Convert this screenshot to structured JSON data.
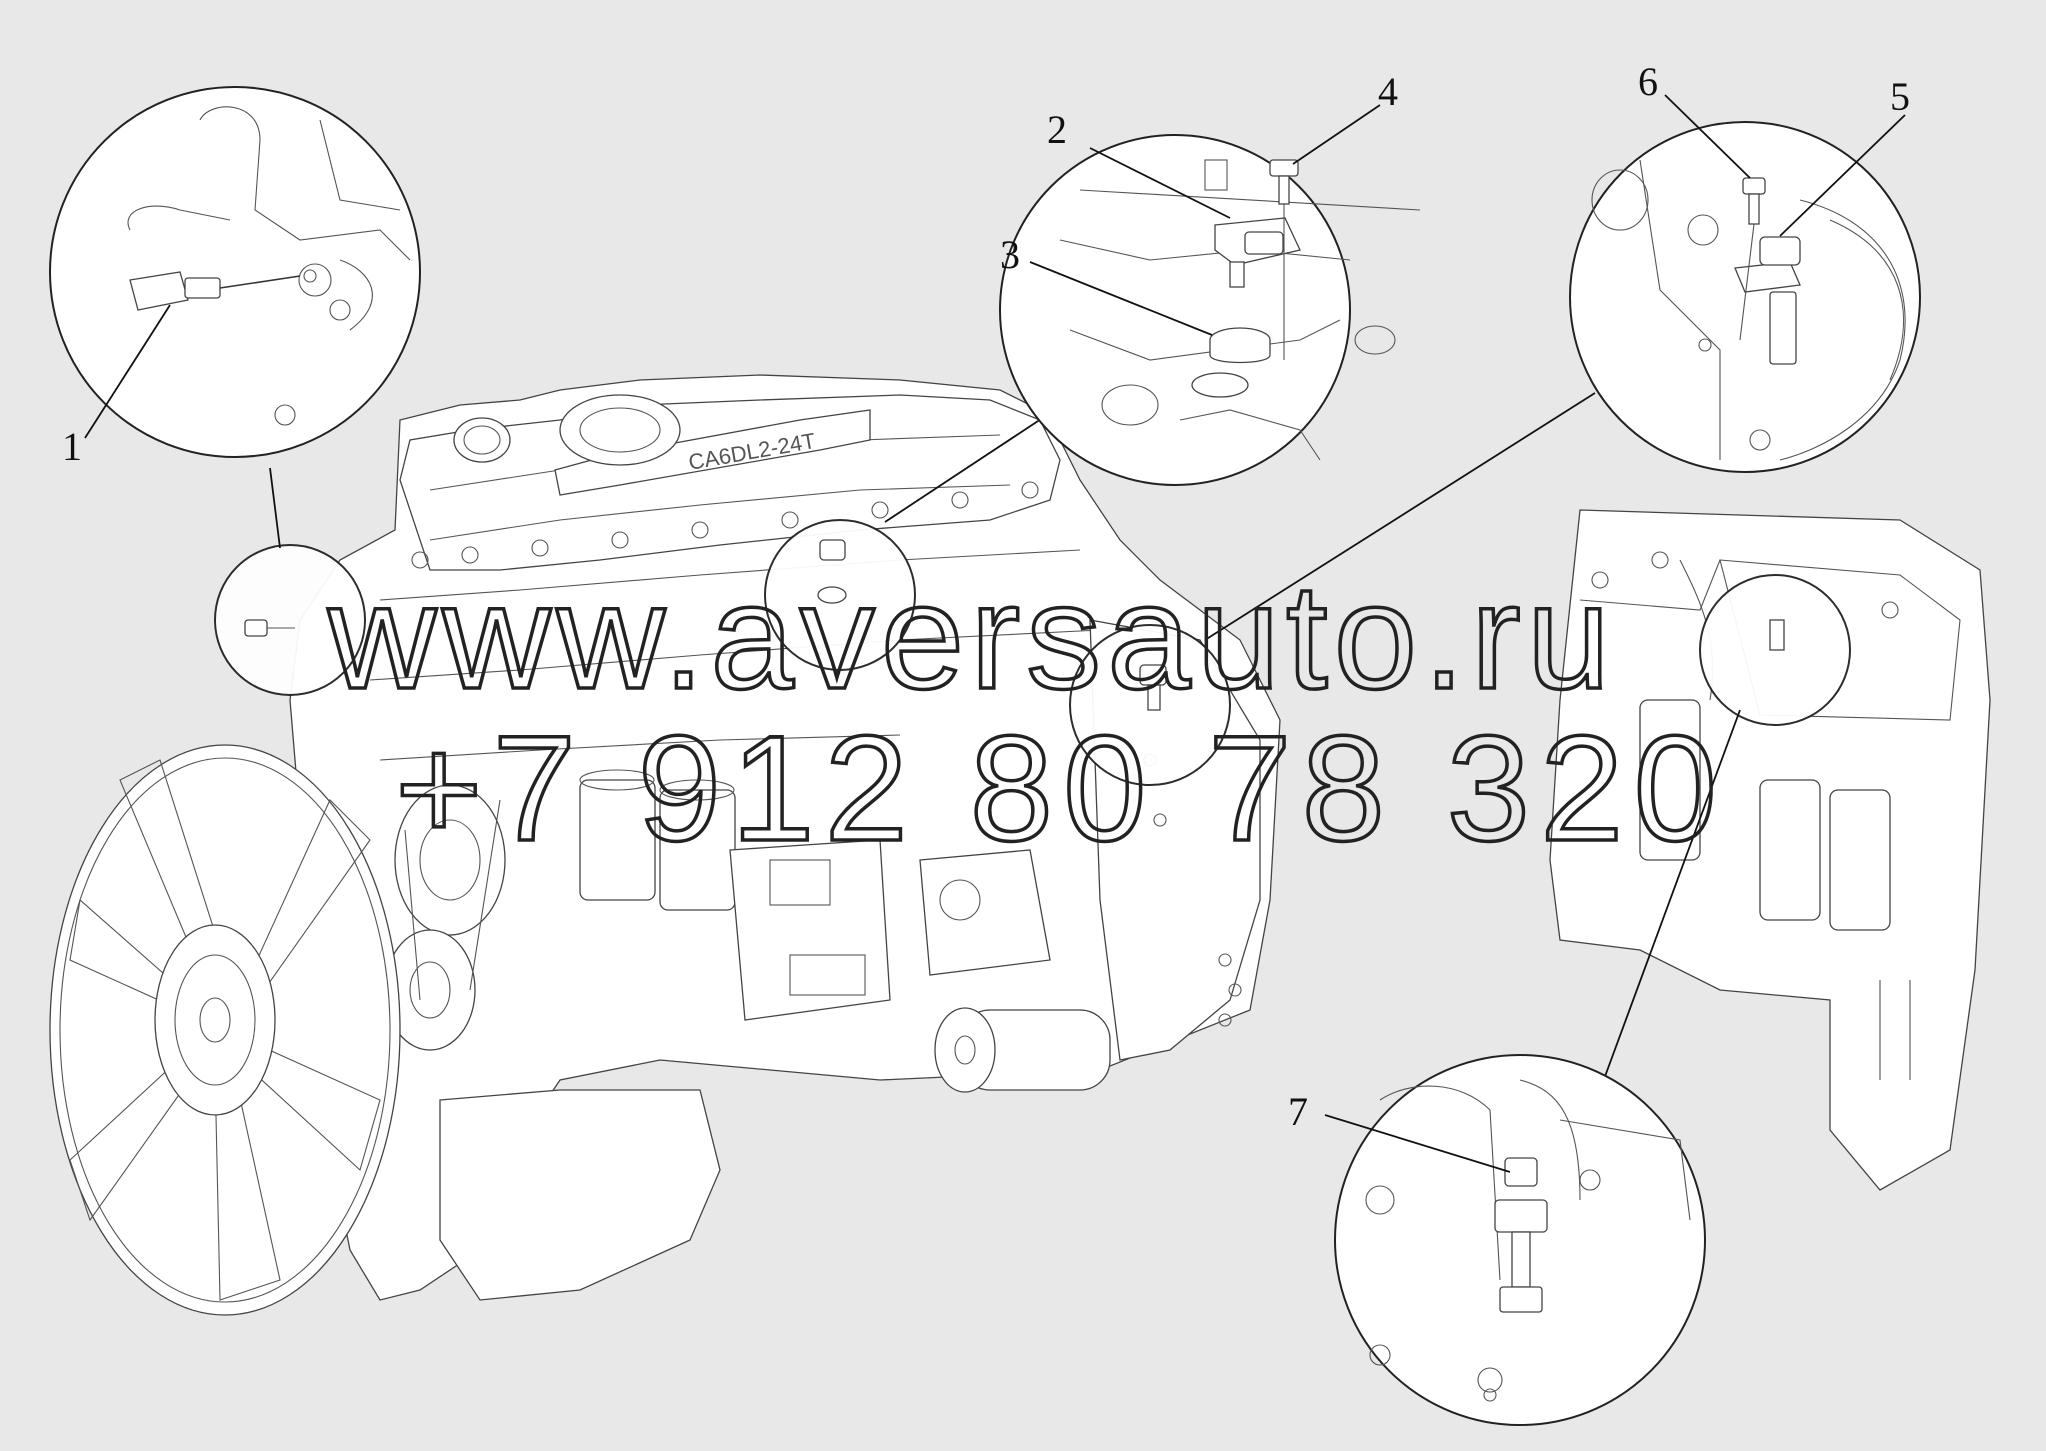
{
  "callouts": [
    {
      "id": "1",
      "label": "1"
    },
    {
      "id": "2",
      "label": "2"
    },
    {
      "id": "3",
      "label": "3"
    },
    {
      "id": "4",
      "label": "4"
    },
    {
      "id": "5",
      "label": "5"
    },
    {
      "id": "6",
      "label": "6"
    },
    {
      "id": "7",
      "label": "7"
    }
  ],
  "watermark": {
    "website": "www.aversauto.ru",
    "phone": "+7 912 80 78 320"
  },
  "engine_nameplate": {
    "model": "CA6DL2-24T"
  },
  "colors": {
    "background": "#e8e8e8",
    "line": "#333333",
    "fill": "#ffffff"
  }
}
